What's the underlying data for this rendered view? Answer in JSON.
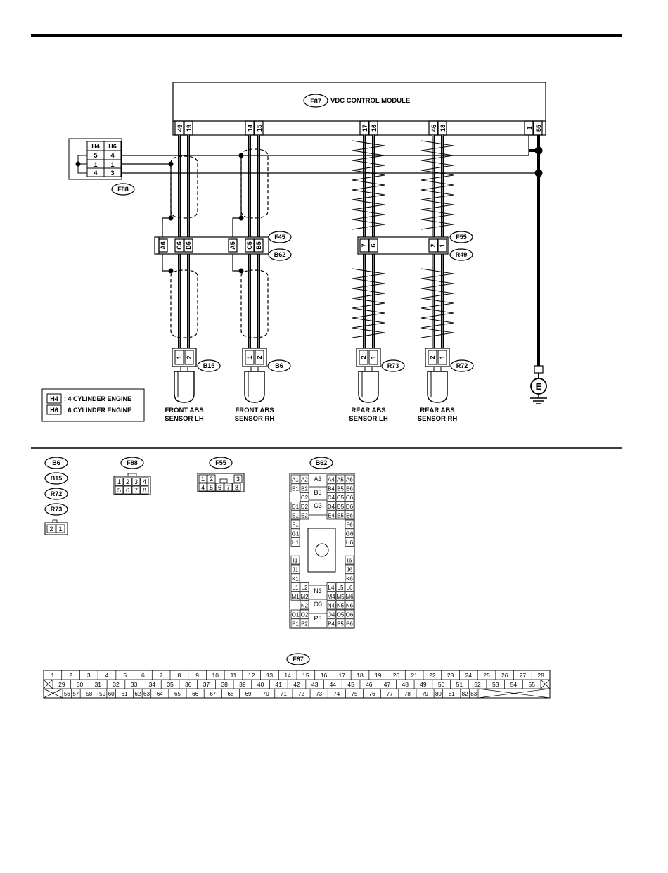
{
  "module": {
    "id": "F87",
    "title": "VDC CONTROL MODULE",
    "pins_lh": [
      "49",
      "19"
    ],
    "pins_rh": [
      "14",
      "15"
    ],
    "pins_rear_lh": [
      "17",
      "16"
    ],
    "pins_rear_rh": [
      "46",
      "18"
    ],
    "pins_ground": [
      "1",
      "55"
    ]
  },
  "f88": {
    "id": "F88",
    "head": [
      "H4",
      "H6"
    ],
    "rows": [
      [
        "5",
        "4"
      ],
      [
        "1",
        "1"
      ],
      [
        "4",
        "3"
      ]
    ]
  },
  "front_connector": {
    "id_top": "F45",
    "id_bottom": "B62",
    "pins_lh": [
      "A6",
      "C6",
      "B6"
    ],
    "pins_rh": [
      "A5",
      "C5",
      "B5"
    ]
  },
  "rear_connector": {
    "id_top": "F55",
    "id_bottom": "R49",
    "pins_lh": [
      "7",
      "6"
    ],
    "pins_rh": [
      "2",
      "1"
    ]
  },
  "sensors": [
    {
      "id": "B15",
      "pins": [
        "1",
        "2"
      ],
      "name_l1": "FRONT ABS",
      "name_l2": "SENSOR LH"
    },
    {
      "id": "B6",
      "pins": [
        "1",
        "2"
      ],
      "name_l1": "FRONT ABS",
      "name_l2": "SENSOR RH"
    },
    {
      "id": "R73",
      "pins": [
        "2",
        "1"
      ],
      "name_l1": "REAR ABS",
      "name_l2": "SENSOR LH"
    },
    {
      "id": "R72",
      "pins": [
        "2",
        "1"
      ],
      "name_l1": "REAR ABS",
      "name_l2": "SENSOR RH"
    }
  ],
  "ground_label": "E",
  "legend": {
    "items": [
      {
        "key": "H4",
        "text": ": 4 CYLINDER ENGINE"
      },
      {
        "key": "H6",
        "text": ": 6 CYLINDER ENGINE"
      }
    ]
  },
  "connector_views": {
    "sensor_ids": [
      "B6",
      "B15",
      "R72",
      "R73"
    ],
    "sensor_pins": [
      "2",
      "1"
    ],
    "f88": {
      "id": "F88",
      "row1": [
        "1",
        "2",
        "3",
        "4"
      ],
      "row2": [
        "5",
        "6",
        "7",
        "8"
      ]
    },
    "f55": {
      "id": "F55",
      "row1": [
        "1",
        "2",
        "",
        "3"
      ],
      "row2": [
        "4",
        "5",
        "6",
        "7",
        "8"
      ]
    },
    "b62": {
      "id": "B62",
      "left": [
        [
          "A1",
          "A2"
        ],
        [
          "B1",
          "B2"
        ],
        [
          "",
          "C2"
        ],
        [
          "D1",
          "D2"
        ],
        [
          "E1",
          "E2"
        ],
        [
          "F1",
          ""
        ],
        [
          "G1",
          ""
        ],
        [
          "H1",
          ""
        ],
        [
          "",
          ""
        ],
        [
          "I1",
          ""
        ],
        [
          "J1",
          ""
        ],
        [
          "K1",
          ""
        ],
        [
          "L1",
          "L2"
        ],
        [
          "M1",
          "M2"
        ],
        [
          "",
          "N2"
        ],
        [
          "O1",
          "O2"
        ],
        [
          "P1",
          "P2"
        ]
      ],
      "right": [
        [
          "A4",
          "A5",
          "A6"
        ],
        [
          "B4",
          "B5",
          "B6"
        ],
        [
          "C4",
          "C5",
          "C6"
        ],
        [
          "D4",
          "D5",
          "D6"
        ],
        [
          "E4",
          "E5",
          "E6"
        ],
        [
          "",
          "",
          "F6"
        ],
        [
          "",
          "",
          "G6"
        ],
        [
          "",
          "",
          "H6"
        ],
        [
          "",
          "",
          ""
        ],
        [
          "",
          "",
          "I6"
        ],
        [
          "",
          "",
          "J6"
        ],
        [
          "",
          "",
          "K6"
        ],
        [
          "L4",
          "L5",
          "L6"
        ],
        [
          "M4",
          "M5",
          "M6"
        ],
        [
          "N4",
          "N5",
          "N6"
        ],
        [
          "O4",
          "O5",
          "O6"
        ],
        [
          "P4",
          "P5",
          "P6"
        ]
      ],
      "center": [
        "A3",
        "B3",
        "C3",
        "N3",
        "O3",
        "P3"
      ]
    },
    "f87": {
      "id": "F87",
      "row1": [
        "1",
        "2",
        "3",
        "4",
        "5",
        "6",
        "7",
        "8",
        "9",
        "10",
        "11",
        "12",
        "13",
        "14",
        "15",
        "16",
        "17",
        "18",
        "19",
        "20",
        "21",
        "22",
        "23",
        "24",
        "25",
        "26",
        "27",
        "28"
      ],
      "row2": [
        "29",
        "30",
        "31",
        "32",
        "33",
        "34",
        "35",
        "36",
        "37",
        "38",
        "39",
        "40",
        "41",
        "42",
        "43",
        "44",
        "45",
        "46",
        "47",
        "48",
        "49",
        "50",
        "51",
        "52",
        "53",
        "54",
        "55"
      ],
      "row3": [
        "56",
        "57",
        "58",
        "59",
        "60",
        "61",
        "62",
        "63",
        "64",
        "65",
        "66",
        "67",
        "68",
        "69",
        "70",
        "71",
        "72",
        "73",
        "74",
        "75",
        "76",
        "77",
        "78",
        "79",
        "80",
        "81",
        "82",
        "83"
      ]
    }
  }
}
